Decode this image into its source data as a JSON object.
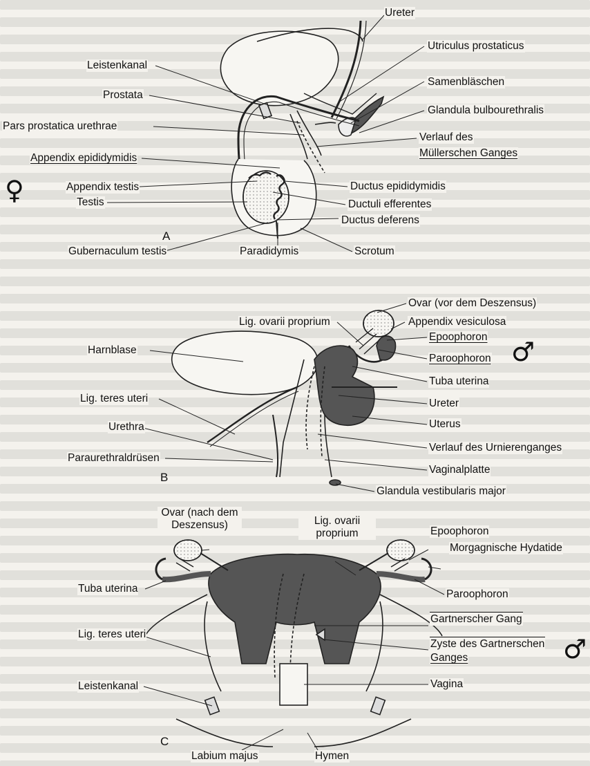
{
  "symbols": {
    "female": "♀",
    "male": "♂"
  },
  "panelA": {
    "letter": "A",
    "labels": {
      "ureter": "Ureter",
      "utriculus": "Utriculus prostaticus",
      "leistenkanal": "Leistenkanal",
      "samenblaeschen": "Samenbläschen",
      "prostata": "Prostata",
      "glandula_bulbo": "Glandula bulbourethralis",
      "pars_prostatica": "Pars prostatica urethrae",
      "verlauf_muell_1": "Verlauf des",
      "verlauf_muell_2": "Müllerschen Ganges",
      "appendix_epid": "Appendix epididymidis",
      "appendix_testis": "Appendix testis",
      "ductus_epid": "Ductus epididymidis",
      "ductuli_eff": "Ductuli efferentes",
      "testis": "Testis",
      "ductus_def": "Ductus deferens",
      "gubernaculum": "Gubernaculum testis",
      "paradidymis": "Paradidymis",
      "scrotum": "Scrotum"
    }
  },
  "panelB": {
    "letter": "B",
    "labels": {
      "ovar_vor": "Ovar (vor dem Deszensus)",
      "appendix_ves": "Appendix vesiculosa",
      "lig_ovarii": "Lig. ovarii proprium",
      "epoophoron": "Epoophoron",
      "harnblase": "Harnblase",
      "paroophoron": "Paroophoron",
      "tuba_uterina": "Tuba uterina",
      "lig_teres": "Lig. teres uteri",
      "ureter": "Ureter",
      "uterus": "Uterus",
      "urethra": "Urethra",
      "verlauf_urniere": "Verlauf des Urnierenganges",
      "paraurethral": "Paraurethraldrüsen",
      "vaginalplatte": "Vaginalplatte",
      "glandula_vest": "Glandula vestibularis major"
    }
  },
  "panelC": {
    "letter": "C",
    "labels": {
      "ovar_nach": "Ovar (nach dem Deszensus)",
      "lig_ovarii": "Lig. ovarii proprium",
      "epoophoron": "Epoophoron",
      "morgagni": "Morgagnische Hydatide",
      "tuba_uterina": "Tuba uterina",
      "paroophoron": "Paroophoron",
      "gartner_gang": "Gartnerscher Gang",
      "lig_teres": "Lig. teres uteri",
      "zyste_1": "Zyste des Gartnerschen",
      "zyste_2": "Ganges",
      "leistenkanal": "Leistenkanal",
      "vagina": "Vagina",
      "labium": "Labium majus",
      "hymen": "Hymen"
    }
  }
}
